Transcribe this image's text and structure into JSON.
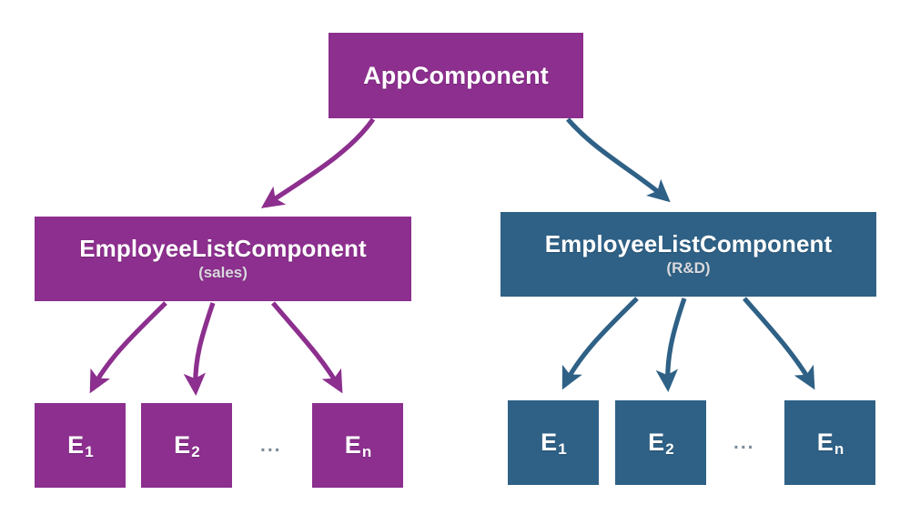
{
  "diagram": {
    "title": "Angular component tree with two EmployeeListComponent instances",
    "background": "#ffffff",
    "colors": {
      "purple": "#8C2F8E",
      "blue": "#2F6186",
      "node_text": "#ffffff",
      "subtitle_text": "#D9D9DD",
      "ellipsis": "#7B8C9B"
    }
  },
  "root": {
    "label": "AppComponent",
    "color": "#8C2F8E"
  },
  "branches": [
    {
      "id": "sales",
      "label": "EmployeeListComponent",
      "subtitle": "(sales)",
      "color": "#8C2F8E",
      "leaves": [
        {
          "label": "E",
          "subscript": "1"
        },
        {
          "label": "E",
          "subscript": "2"
        },
        {
          "label": "E",
          "subscript": "n"
        }
      ],
      "ellipsis": "..."
    },
    {
      "id": "rnd",
      "label": "EmployeeListComponent",
      "subtitle": "(R&D)",
      "color": "#2F6186",
      "leaves": [
        {
          "label": "E",
          "subscript": "1"
        },
        {
          "label": "E",
          "subscript": "2"
        },
        {
          "label": "E",
          "subscript": "n"
        }
      ],
      "ellipsis": "..."
    }
  ]
}
